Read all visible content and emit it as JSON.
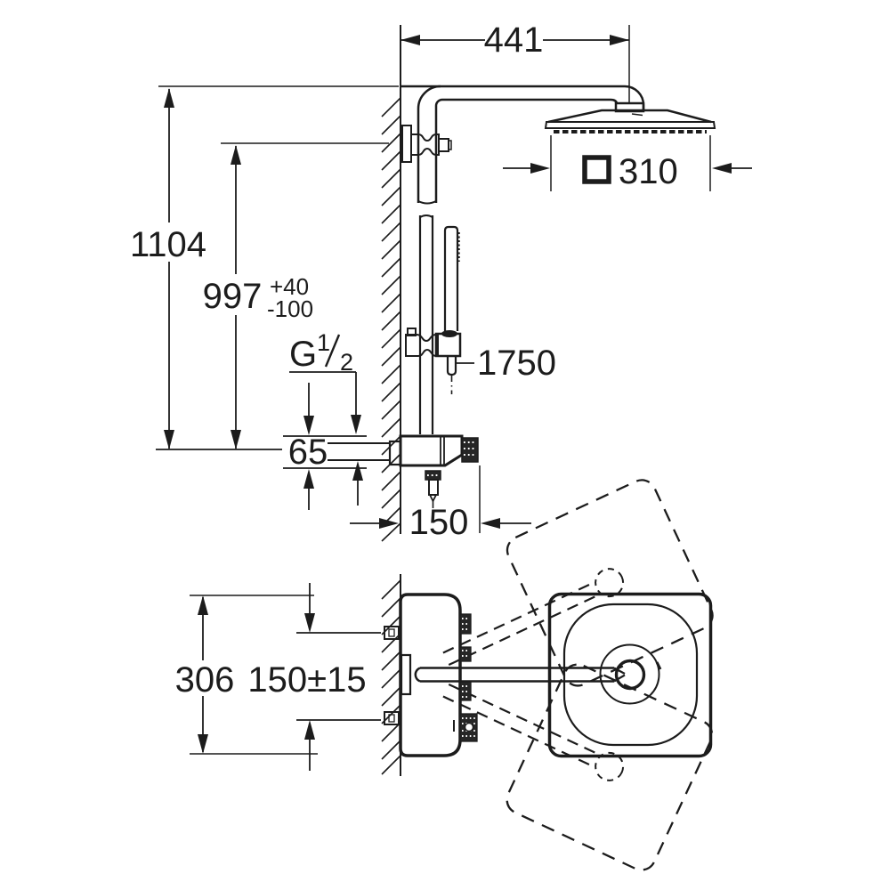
{
  "drawing_title": "shower-system-dimension-drawing",
  "colors": {
    "ink": "#1c1c1c",
    "background": "#ffffff"
  },
  "labels": {
    "arm_reach": "441",
    "head_width": "310",
    "head_width_symbol": "square-symbol",
    "overall_height": "1104",
    "mounting_height": "997",
    "mounting_height_tol_plus": "+40",
    "mounting_height_tol_minus": "-100",
    "thread_g": "G",
    "thread_numerator": "1",
    "thread_denominator": "2",
    "hose_length": "1750",
    "valve_height": "65",
    "valve_depth": "150",
    "plan_overall": "306",
    "outlet_spacing": "150±15"
  }
}
